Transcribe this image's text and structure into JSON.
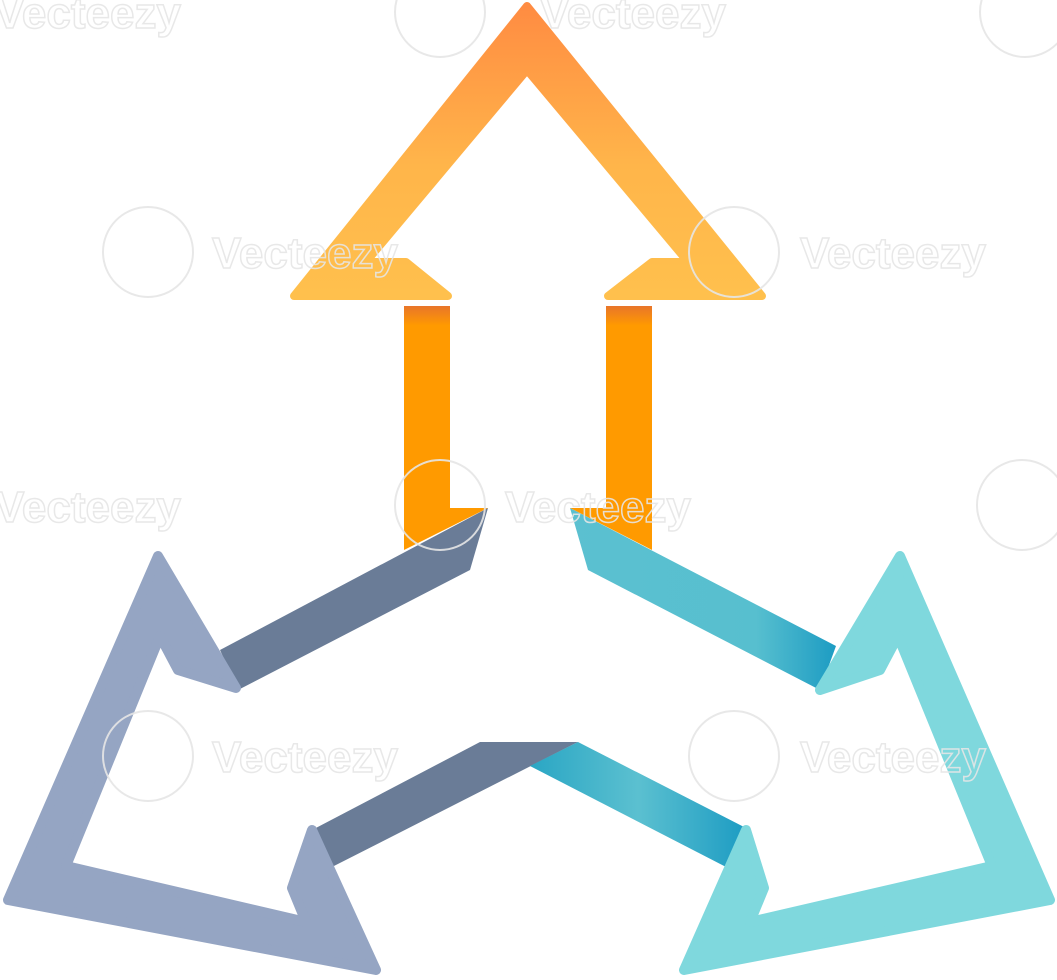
{
  "diagram": {
    "arrows": [
      {
        "id": "up",
        "direction": "up",
        "color_light": "#FFC04D",
        "color_mid": "#FFB54A",
        "color_tip": "#FF8C42",
        "color_stem": "#FF9A00",
        "color_stem_shadow": "#E8752A"
      },
      {
        "id": "left",
        "direction": "down-left",
        "color_light": "#95A5C3",
        "color_stem": "#6A7C97"
      },
      {
        "id": "right",
        "direction": "down-right",
        "color_light": "#7FD8DD",
        "color_stem": "#5BC0D0",
        "color_stem_dark": "#1D9CC3"
      }
    ]
  },
  "watermark": {
    "text": "Vecteezy"
  }
}
